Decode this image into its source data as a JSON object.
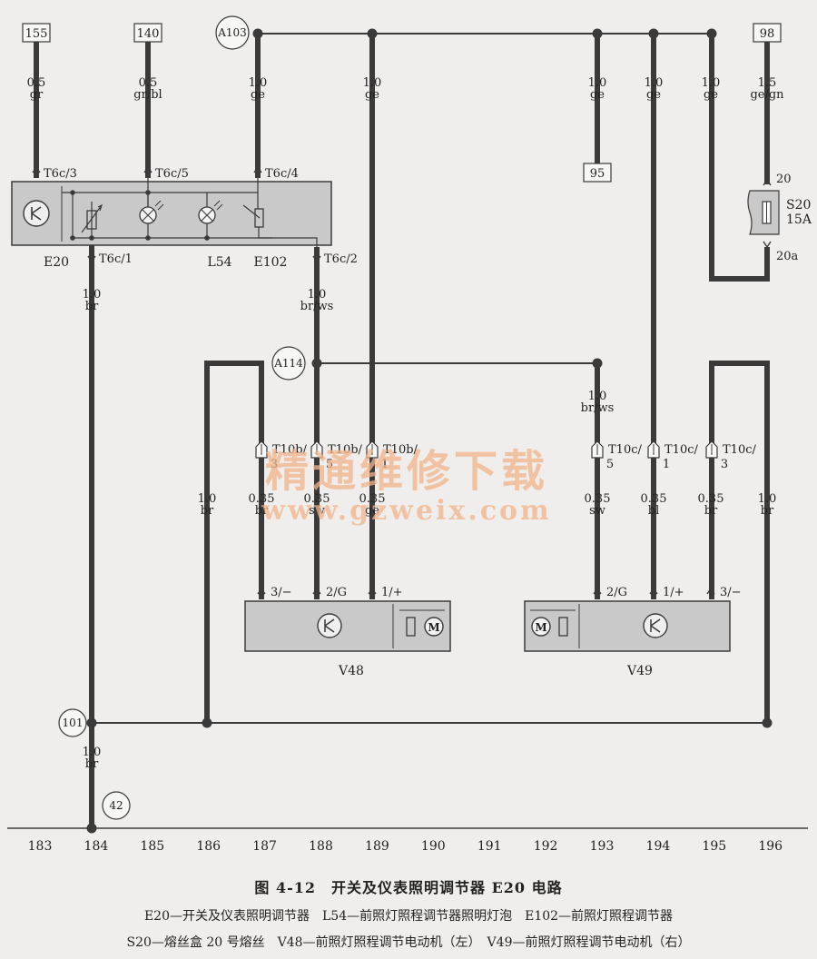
{
  "colors": {
    "wire": "#3a3a3a",
    "box": "#c9c9c9",
    "watermark": "#f2b48a"
  },
  "terminals": [
    {
      "id": "t155",
      "label": "155"
    },
    {
      "id": "t140",
      "label": "140"
    },
    {
      "id": "t98",
      "label": "98"
    },
    {
      "id": "t95",
      "label": "95"
    }
  ],
  "nodes": [
    {
      "id": "a103",
      "label": "A103"
    },
    {
      "id": "a114",
      "label": "A114"
    },
    {
      "id": "n101",
      "label": "101"
    },
    {
      "id": "n42",
      "label": "42"
    }
  ],
  "wire_specs": [
    {
      "id": "w155",
      "size": "0.5",
      "color": "gr"
    },
    {
      "id": "w140",
      "size": "0.5",
      "color": "gr/bl"
    },
    {
      "id": "w284",
      "size": "1.0",
      "color": "ge"
    },
    {
      "id": "w410",
      "size": "1.0",
      "color": "ge"
    },
    {
      "id": "w658",
      "size": "1.0",
      "color": "ge"
    },
    {
      "id": "w720",
      "size": "1.0",
      "color": "ge"
    },
    {
      "id": "w783",
      "size": "1.0",
      "color": "ge"
    },
    {
      "id": "w98",
      "size": "1.5",
      "color": "ge/gn"
    },
    {
      "id": "wE20gnd",
      "size": "1.0",
      "color": "br"
    },
    {
      "id": "wE102",
      "size": "1.0",
      "color": "br/ws"
    },
    {
      "id": "wA114r",
      "size": "1.0",
      "color": "br/ws"
    },
    {
      "id": "w228",
      "size": "1.0",
      "color": "br"
    },
    {
      "id": "v48a",
      "size": "0.35",
      "color": "br"
    },
    {
      "id": "v48b",
      "size": "0.35",
      "color": "sw"
    },
    {
      "id": "v48c",
      "size": "0.35",
      "color": "ge"
    },
    {
      "id": "v49a",
      "size": "0.35",
      "color": "sw"
    },
    {
      "id": "v49b",
      "size": "0.35",
      "color": "bl"
    },
    {
      "id": "v49c",
      "size": "0.35",
      "color": "br"
    },
    {
      "id": "w845",
      "size": "1.0",
      "color": "br"
    },
    {
      "id": "wbottom",
      "size": "1.0",
      "color": "br"
    }
  ],
  "connectors": [
    {
      "id": "c1",
      "label": "T6c/3"
    },
    {
      "id": "c2",
      "label": "T6c/5"
    },
    {
      "id": "c3",
      "label": "T6c/4"
    },
    {
      "id": "c4",
      "label": "T6c/1"
    },
    {
      "id": "c5",
      "label": "T6c/2"
    },
    {
      "id": "c6",
      "line1": "T10b/",
      "line2": "3"
    },
    {
      "id": "c7",
      "line1": "T10b/",
      "line2": "5"
    },
    {
      "id": "c8",
      "line1": "T10b/",
      "line2": "1"
    },
    {
      "id": "c9",
      "line1": "T10c/",
      "line2": "5"
    },
    {
      "id": "c10",
      "line1": "T10c/",
      "line2": "1"
    },
    {
      "id": "c11",
      "line1": "T10c/",
      "line2": "3"
    }
  ],
  "components": {
    "e20": "E20",
    "l54": "L54",
    "e102": "E102",
    "v48": "V48",
    "v49": "V49",
    "s20": "S20",
    "s20_rating": "15A",
    "s20_in": "20",
    "s20_out": "20a"
  },
  "pins": {
    "v48": [
      "3/−",
      "2/G",
      "1/+"
    ],
    "v49": [
      "2/G",
      "1/+",
      "3/−"
    ]
  },
  "track_numbers": [
    "183",
    "184",
    "185",
    "186",
    "187",
    "188",
    "189",
    "190",
    "191",
    "192",
    "193",
    "194",
    "195",
    "196"
  ],
  "watermark": {
    "cn": "精通维修下载",
    "url": "www.gzweix.com"
  },
  "caption": {
    "title": "图 4-12　开关及仪表照明调节器 E20 电路",
    "line1": "E20—开关及仪表照明调节器　L54—前照灯照程调节器照明灯泡　E102—前照灯照程调节器",
    "line2": "S20—熔丝盒 20 号熔丝　V48—前照灯照程调节电动机（左）　V49—前照灯照程调节电动机（右）"
  }
}
